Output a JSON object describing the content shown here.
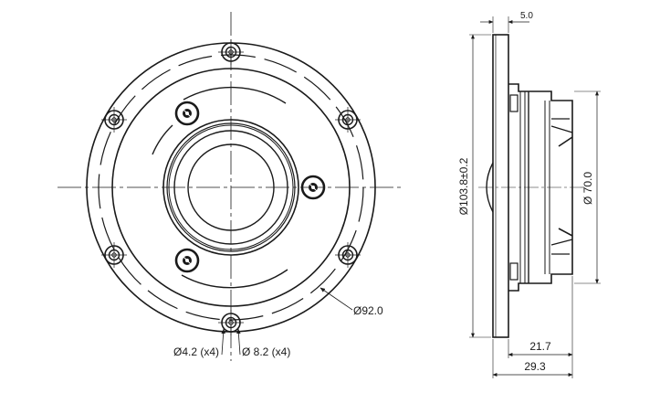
{
  "front_view": {
    "callouts": {
      "bolt_circle": "Ø92.0",
      "hole_small": "Ø4.2 (x4)",
      "hole_large": "Ø 8.2 (x4)"
    }
  },
  "side_view": {
    "dimensions": {
      "flange_thickness": "5.0",
      "outer_diameter": "Ø103.8±0.2",
      "body_diameter": "Ø 70.0",
      "body_depth": "21.7",
      "total_depth": "29.3"
    }
  }
}
